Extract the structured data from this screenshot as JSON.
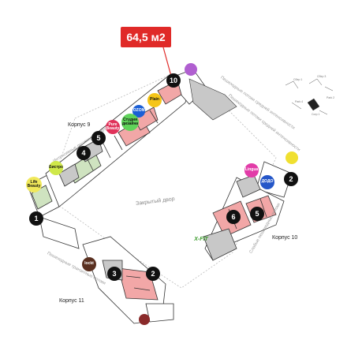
{
  "callout": {
    "text": "64,5 м2",
    "color": "#e02a28"
  },
  "buildings": [
    {
      "name": "Корпус 9"
    },
    {
      "name": "Корпус 10"
    },
    {
      "name": "Корпус 11"
    }
  ],
  "courtyard_label": "Закрытый двор",
  "streets": [
    "Интенсивные пешеходные потоки",
    "Пешеходные потоки средней интенсивности",
    "Пешеходные потоки средней интенсивности",
    "Слабые пешеходные потоки",
    "Пешеходные транзитные потоки"
  ],
  "markers": [
    "10",
    "4",
    "5",
    "1",
    "2",
    "6",
    "5",
    "3",
    "2"
  ],
  "tenants": [
    "Plain",
    "OZON",
    "Студия дизайна",
    "Pure Beauty",
    "Бистро",
    "Life Beauty",
    "Lingua",
    "ДОДО",
    "X-FIT",
    "lockt"
  ],
  "minimap": {
    "labels": [
      "Сбер 1",
      "Сбер 3",
      "Park 4",
      "Park 2",
      "Corp 1"
    ]
  },
  "colors": {
    "highlight": "#f2a7a7",
    "green": "#cfe3c0",
    "grey": "#c8c8c8",
    "marker": "#111111"
  }
}
